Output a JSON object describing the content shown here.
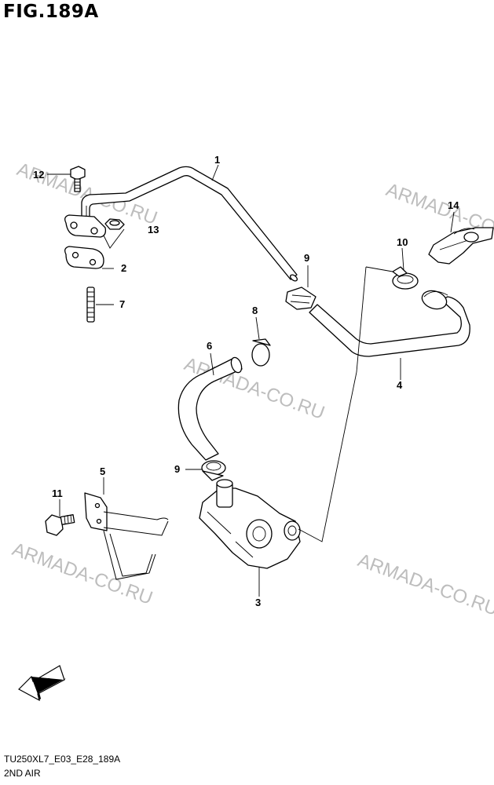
{
  "title": "FIG.189A",
  "footer": {
    "code": "TU250XL7_E03_E28_189A",
    "name": "2ND AIR"
  },
  "watermark": "ARMADA-CO.RU",
  "fwd_label": "FWD",
  "callouts": {
    "c1": "1",
    "c2": "2",
    "c3": "3",
    "c4": "4",
    "c5": "5",
    "c6": "6",
    "c7": "7",
    "c8": "8",
    "c9a": "9",
    "c9b": "9",
    "c10": "10",
    "c11": "11",
    "c12": "12",
    "c13": "13",
    "c14": "14"
  }
}
